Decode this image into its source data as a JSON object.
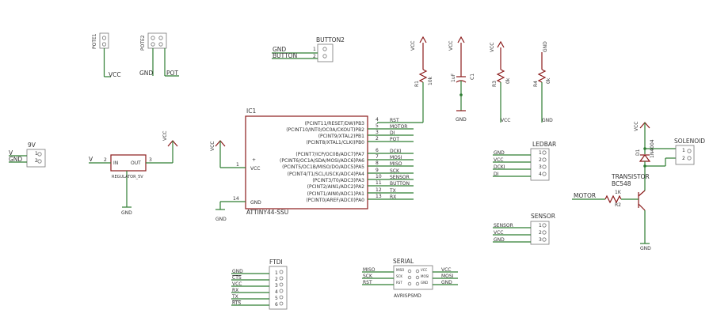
{
  "parts": {
    "pote1": "POTE1",
    "pote2": "POTE2",
    "button2": "BUTTON2",
    "r1": "R1",
    "r1_val": "10k",
    "c1_name": "C1",
    "c1_val": "1uF",
    "r3": "R3",
    "r3_val": "0k",
    "r4": "R4",
    "r4_val": "0k",
    "ic1": "IC1",
    "ic1_value": "ATTINY44-SSU",
    "nine_v": "9V",
    "regulator": "REGULATOR_5V",
    "ledbar": "LEDBAR",
    "d1": "D1",
    "diode": "1N4004",
    "solenoid": "SOLENOID",
    "transistor": "TRANSISTOR",
    "bc548": "BC548",
    "r2": "R2",
    "r2_val": "1K",
    "sensor_hdr": "SENSOR",
    "ftdi": "FTDI",
    "serial": "SERIAL",
    "avrisp": "AVRISPSMD"
  },
  "nets": {
    "vcc": "VCC",
    "gnd": "GND",
    "pot": "POT",
    "button": "BUTTON",
    "v": "V",
    "rst": "RST",
    "motor": "MOTOR",
    "di": "DI",
    "dcki": "DCKI",
    "mosi": "MOSI",
    "miso": "MISO",
    "sck": "SCK",
    "sensor": "SENSOR",
    "tx": "TX",
    "rx": "RX",
    "cts": "CTS",
    "rts": "RTS"
  },
  "pins": {
    "one": "1",
    "two": "2",
    "three": "3",
    "four": "4",
    "five": "5",
    "six": "6",
    "seven": "7",
    "eight": "8",
    "nine": "9",
    "ten": "10",
    "eleven": "11",
    "twelve": "12",
    "thirteen": "13",
    "fourteen": "14"
  },
  "regulator_pins": {
    "in": "IN",
    "out": "OUT"
  },
  "ic_pins": {
    "pb3": "(PCINT11/RESET/DW)PB3",
    "pb2": "(PCINT10/INT0/OC0A/CKOUT)PB2",
    "pb1": "(PCINT9/XTAL2)PB1",
    "pb0": "(PCINT8/XTAL1/CLKI)PB0",
    "pa7": "(PCINT7/ICP/OC0B/ADC7)PA7",
    "pa6": "(PCINT6/OC1A/SDA/MOSI/ADC6)PA6",
    "pa5": "(PCINT5/OC1B/MISO/DO/ADC5)PA5",
    "pa4": "(PCINT4/T1/SCL/USCK/ADC4)PA4",
    "pa3": "(PCINT3/T0/ADC3)PA3",
    "pa2": "(PCINT2/AIN1/ADC2)PA2",
    "pa1": "(PCINT1/AIN0/ADC1)PA1",
    "pa0": "(PCINT0/AREF/ADC0)PA0",
    "vcc": "VCC",
    "gnd": "GND",
    "plus": "+"
  },
  "avrisp_pins": {
    "miso": "MISO",
    "sck": "SCK",
    "rst": "RST",
    "vcc": "VCC",
    "mosi": "MOSI",
    "gnd": "GND"
  }
}
